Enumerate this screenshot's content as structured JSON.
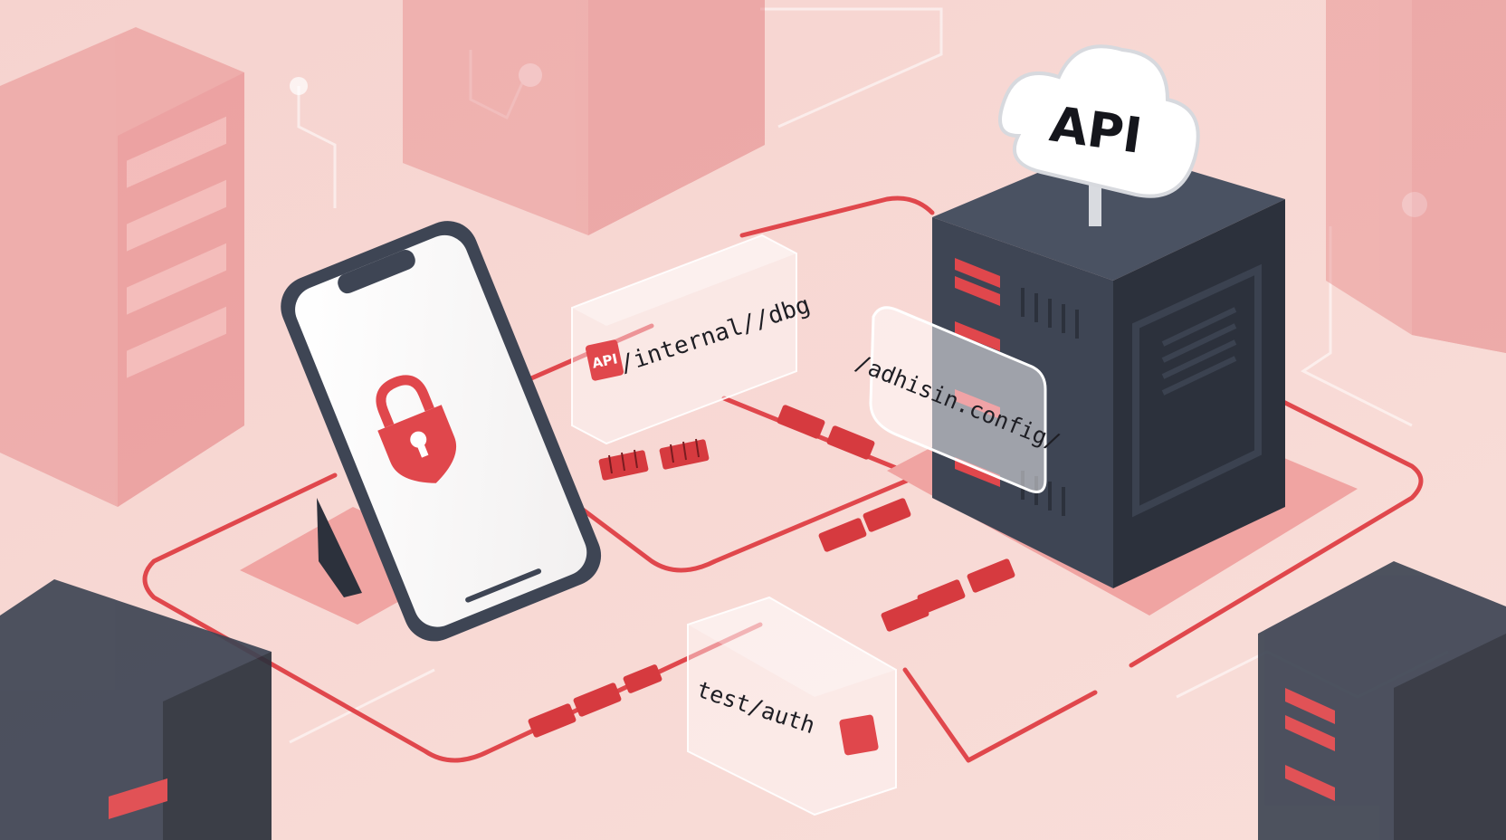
{
  "cloud": {
    "label": "API"
  },
  "endpoints": [
    {
      "label": "/internal//dbg",
      "badge": "API"
    },
    {
      "label": "/adhisin.config/"
    },
    {
      "label": "test/auth",
      "badge": ""
    }
  ],
  "phone": {
    "icon": "lock-icon"
  },
  "colors": {
    "background": "#f7d6d2",
    "accent": "#e0474c",
    "server": "#3e4554",
    "server_dark": "#2c313c",
    "card": "#ffffff"
  }
}
